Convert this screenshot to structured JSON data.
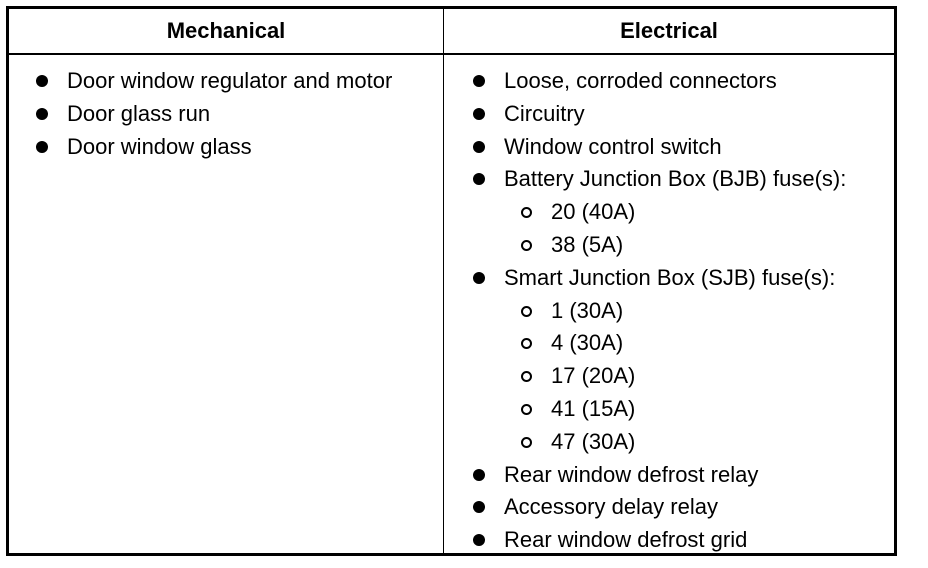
{
  "table": {
    "headers": {
      "mechanical": "Mechanical",
      "electrical": "Electrical"
    },
    "mechanical_items": [
      "Door window regulator and motor",
      "Door glass run",
      "Door window glass"
    ],
    "electrical_items": [
      {
        "level": 1,
        "text": "Loose, corroded connectors"
      },
      {
        "level": 1,
        "text": "Circuitry"
      },
      {
        "level": 1,
        "text": "Window control switch"
      },
      {
        "level": 1,
        "text": "Battery Junction Box (BJB) fuse(s):"
      },
      {
        "level": 2,
        "text": "20 (40A)"
      },
      {
        "level": 2,
        "text": "38 (5A)"
      },
      {
        "level": 1,
        "text": "Smart Junction Box (SJB) fuse(s):"
      },
      {
        "level": 2,
        "text": "1 (30A)"
      },
      {
        "level": 2,
        "text": "4 (30A)"
      },
      {
        "level": 2,
        "text": "17 (20A)"
      },
      {
        "level": 2,
        "text": "41 (15A)"
      },
      {
        "level": 2,
        "text": "47 (30A)"
      },
      {
        "level": 1,
        "text": "Rear window defrost relay"
      },
      {
        "level": 1,
        "text": "Accessory delay relay"
      },
      {
        "level": 1,
        "text": "Rear window defrost grid"
      }
    ]
  }
}
